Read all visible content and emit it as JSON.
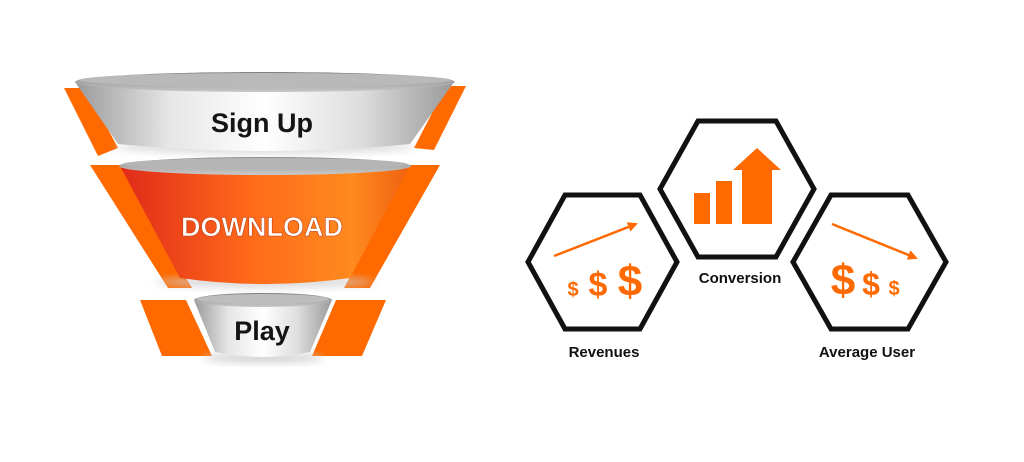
{
  "funnel": {
    "stages": [
      {
        "label": "Sign Up"
      },
      {
        "label": "DOWNLOAD"
      },
      {
        "label": "Play"
      }
    ]
  },
  "metrics": {
    "revenues": {
      "label": "Revenues",
      "icon": "rising-dollars-icon",
      "dollars": [
        "$",
        "$",
        "$"
      ]
    },
    "conversion": {
      "label": "Conversion",
      "icon": "bar-chart-up-arrow-icon"
    },
    "average_user": {
      "label": "Average User",
      "icon": "falling-dollars-icon",
      "dollars": [
        "$",
        "$",
        "$"
      ]
    }
  },
  "colors": {
    "accent": "#ff6a00",
    "accent_dark": "#e63b1c",
    "silver": "#d4d4d4",
    "outline": "#111111"
  }
}
